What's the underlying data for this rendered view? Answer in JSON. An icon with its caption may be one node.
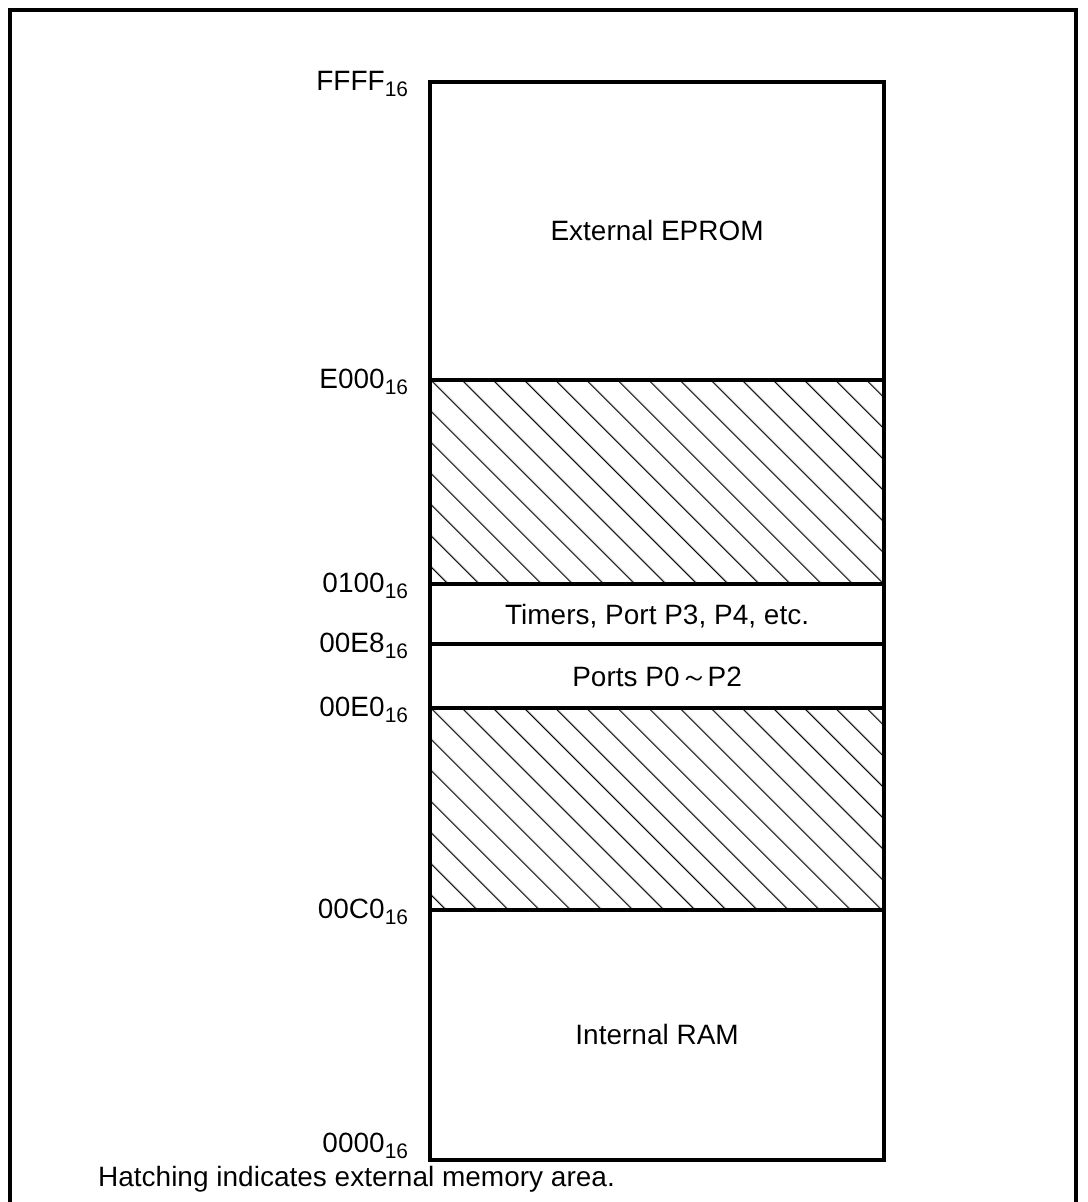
{
  "diagram": {
    "caption": "Hatching indicates external memory area.",
    "nodes": [
      {
        "text": [
          "External EPROM"
        ]
      },
      {
        "text": [],
        "shape": "box"
      },
      {
        "text": [
          "Timers, Port P3, P4, etc."
        ]
      },
      {
        "text": [
          "Ports P0～P2"
        ]
      },
      {
        "text": [],
        "shape": "box"
      },
      {
        "text": [
          "Internal RAM"
        ]
      }
    ],
    "labels": [
      "FFFF$_{16}$",
      "E000$_{16}$",
      "0100$_{16}$",
      "00E8$_{16}$",
      "00E0$_{16}$",
      "00C0$_{16}$",
      "0000$_{16}$"
    ]
  }
}
